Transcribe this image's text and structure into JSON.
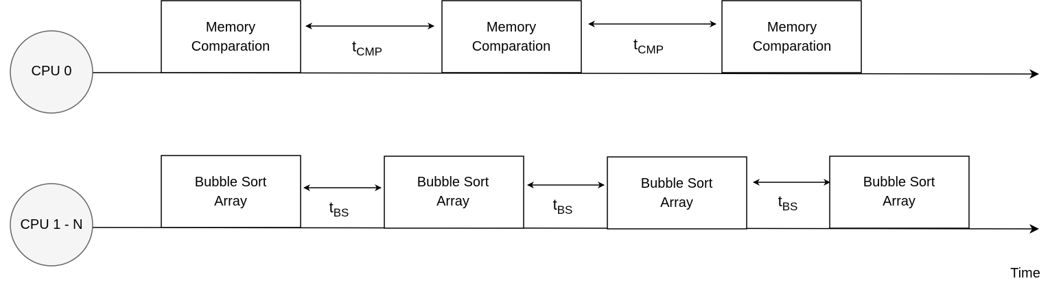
{
  "diagram": {
    "colors": {
      "stroke": "#000000",
      "node_fill": "#f5f5f5",
      "node_stroke": "#666666",
      "label": "#000000"
    },
    "time_label": "Time",
    "rows": [
      {
        "cpu_label": "CPU 0",
        "blocks": [
          {
            "line1": "Memory",
            "line2": "Comparation"
          },
          {
            "line1": "Memory",
            "line2": "Comparation"
          },
          {
            "line1": "Memory",
            "line2": "Comparation"
          }
        ],
        "intervals": [
          {
            "base": "t",
            "sub": "CMP"
          },
          {
            "base": "t",
            "sub": "CMP"
          }
        ]
      },
      {
        "cpu_label": "CPU 1 - N",
        "blocks": [
          {
            "line1": "Bubble Sort",
            "line2": "Array"
          },
          {
            "line1": "Bubble Sort",
            "line2": "Array"
          },
          {
            "line1": "Bubble Sort",
            "line2": "Array"
          },
          {
            "line1": "Bubble Sort",
            "line2": "Array"
          }
        ],
        "intervals": [
          {
            "base": "t",
            "sub": "BS"
          },
          {
            "base": "t",
            "sub": "BS"
          },
          {
            "base": "t",
            "sub": "BS"
          }
        ]
      }
    ]
  }
}
